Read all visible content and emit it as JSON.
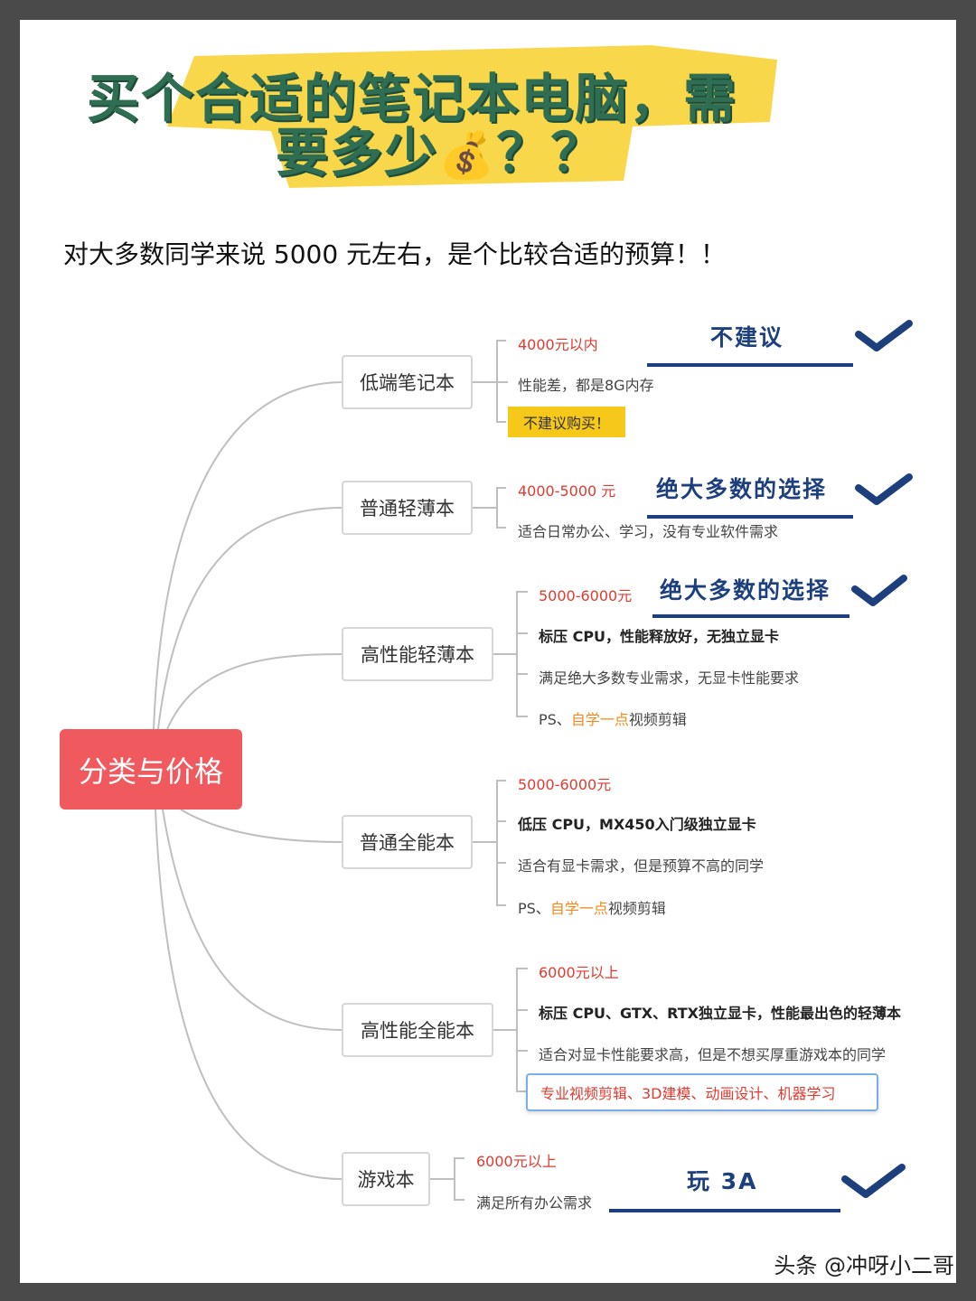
{
  "title": {
    "line1": "买个合适的笔记本电脑，需",
    "line2": "要多少",
    "emoji": "💰",
    "line2_end": "？？"
  },
  "subtitle": "对大多数同学来说 5000 元左右，是个比较合适的预算！！",
  "root": "分类与价格",
  "categories": [
    {
      "name": "低端笔记本",
      "items": [
        "4000元以内",
        "性能差，都是8G内存",
        "不建议购买！"
      ],
      "note": "不建议"
    },
    {
      "name": "普通轻薄本",
      "items": [
        "4000-5000 元",
        "适合日常办公、学习，没有专业软件需求"
      ],
      "note": "绝大多数的选择"
    },
    {
      "name": "高性能轻薄本",
      "items": [
        "5000-6000元",
        "标压 CPU，性能释放好，无独立显卡",
        "满足绝大多数专业需求，无显卡性能要求",
        "PS、",
        "自学一点",
        "视频剪辑"
      ],
      "note": "绝大多数的选择"
    },
    {
      "name": "普通全能本",
      "items": [
        "5000-6000元",
        "低压 CPU，MX450入门级独立显卡",
        "适合有显卡需求，但是预算不高的同学",
        "PS、",
        "自学一点",
        "视频剪辑"
      ]
    },
    {
      "name": "高性能全能本",
      "items": [
        "6000元以上",
        "标压 CPU、GTX、RTX独立显卡，性能最出色的轻薄本",
        "适合对显卡性能要求高，但是不想买厚重游戏本的同学",
        "专业视频剪辑、3D建模、动画设计、机器学习"
      ]
    },
    {
      "name": "游戏本",
      "items": [
        "6000元以上",
        "满足所有办公需求"
      ],
      "note": "玩 3A"
    }
  ],
  "watermark": "头条 @冲呀小二哥",
  "colors": {
    "title_green": "#2f6e52",
    "highlight_yellow": "#f8d84a",
    "root_red": "#f05a5f",
    "price_red": "#e23a2f",
    "accent_orange": "#f08a1c",
    "note_blue": "#1d3f7e",
    "tag_yellow": "#f6c81a",
    "tag_blue_border": "#7aaee8"
  }
}
